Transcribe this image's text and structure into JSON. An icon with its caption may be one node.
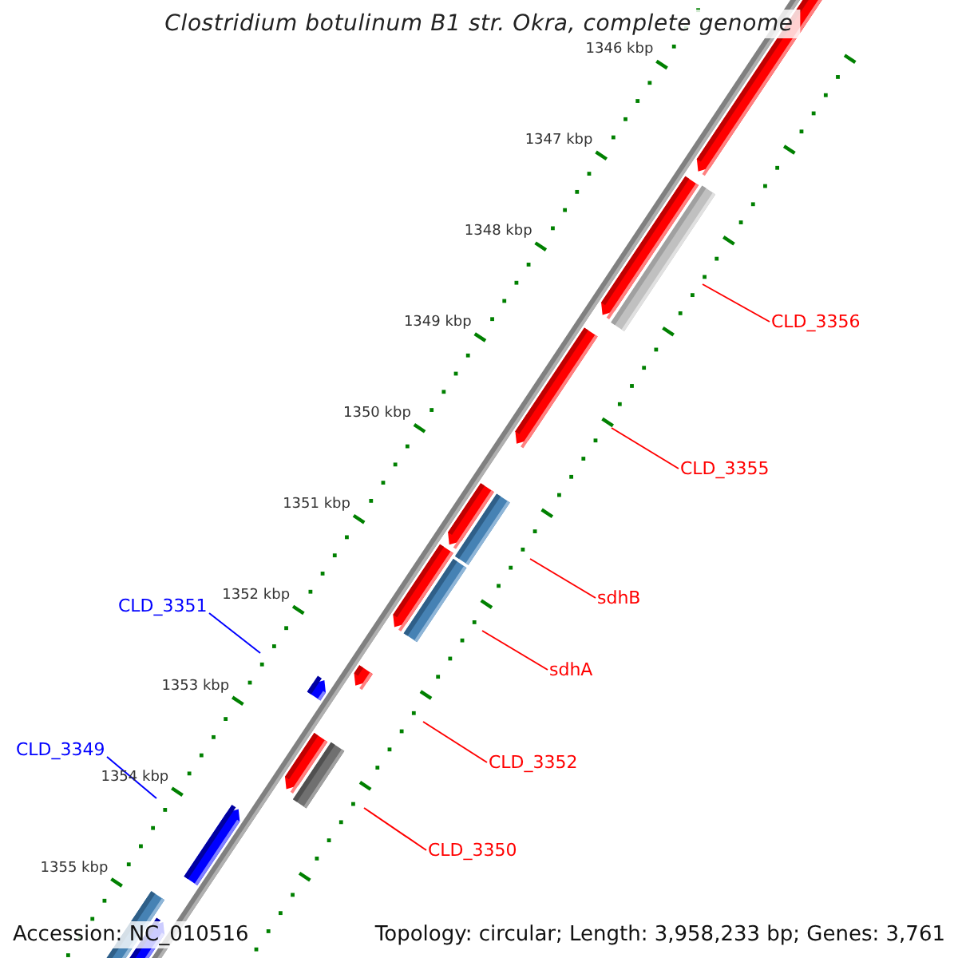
{
  "diagram": {
    "title": "Clostridium botulinum B1 str. Okra, complete genome",
    "nodes": [
      {
        "text": [
          "CLD_3356"
        ]
      },
      {
        "text": [
          "CLD_3355"
        ]
      },
      {
        "text": [
          "sdhB"
        ]
      },
      {
        "text": [
          "CLD_3351"
        ]
      },
      {
        "text": [
          "sdhA"
        ]
      },
      {
        "text": [
          "CLD_3349"
        ]
      },
      {
        "text": [
          "CLD_3352"
        ]
      },
      {
        "text": [
          "CLD_3350"
        ]
      }
    ],
    "edges": [
      {
        "from": 0,
        "to": null,
        "arrow": "none"
      },
      {
        "from": 1,
        "to": null,
        "arrow": "none"
      },
      {
        "from": 2,
        "to": null,
        "arrow": "none"
      },
      {
        "from": 3,
        "to": null,
        "arrow": "none",
        "color": "#0000ff"
      },
      {
        "from": 4,
        "to": null,
        "arrow": "none"
      },
      {
        "from": 5,
        "to": null,
        "arrow": "none",
        "color": "#0000ff"
      },
      {
        "from": 6,
        "to": null,
        "arrow": "none"
      },
      {
        "from": 7,
        "to": null,
        "arrow": "none"
      }
    ],
    "labels": [
      "1346 kbp",
      "1347 kbp",
      "1348 kbp",
      "1349 kbp",
      "1350 kbp",
      "1351 kbp",
      "1352 kbp",
      "1353 kbp",
      "1354 kbp",
      "1355 kbp",
      "Accession: NC_010516",
      "Topology: circular; Length: 3,958,233 bp; Genes: 3,761"
    ]
  }
}
